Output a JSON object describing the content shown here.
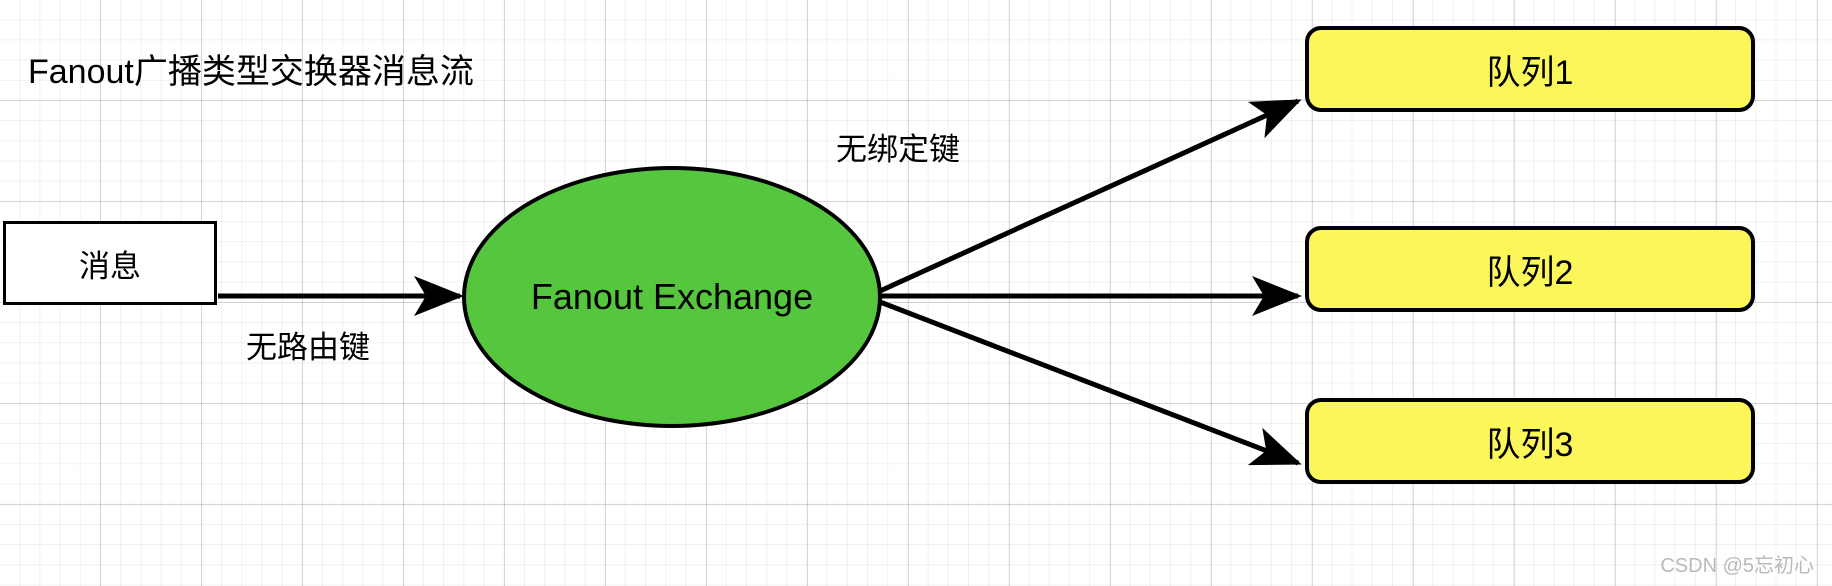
{
  "diagram": {
    "title": "Fanout广播类型交换器消息流",
    "watermark": "CSDN @5忘初心",
    "colors": {
      "exchange_fill": "#55C63D",
      "queue_fill": "#FBF75B",
      "stroke": "#000000",
      "grid": "#d9d9d9",
      "canvas": "#ffffff"
    },
    "nodes": {
      "message": {
        "label": "消息",
        "shape": "rectangle"
      },
      "exchange": {
        "label": "Fanout Exchange",
        "shape": "ellipse"
      },
      "queues": [
        {
          "label": "队列1",
          "shape": "rounded-rectangle"
        },
        {
          "label": "队列2",
          "shape": "rounded-rectangle"
        },
        {
          "label": "队列3",
          "shape": "rounded-rectangle"
        }
      ]
    },
    "edges": [
      {
        "from": "消息",
        "to": "Fanout Exchange",
        "label": "无路由键"
      },
      {
        "from": "Fanout Exchange",
        "to": "队列1",
        "label": "无绑定键"
      },
      {
        "from": "Fanout Exchange",
        "to": "队列2",
        "label": ""
      },
      {
        "from": "Fanout Exchange",
        "to": "队列3",
        "label": ""
      }
    ],
    "labels": {
      "routing_key": "无路由键",
      "binding_key": "无绑定键"
    }
  }
}
